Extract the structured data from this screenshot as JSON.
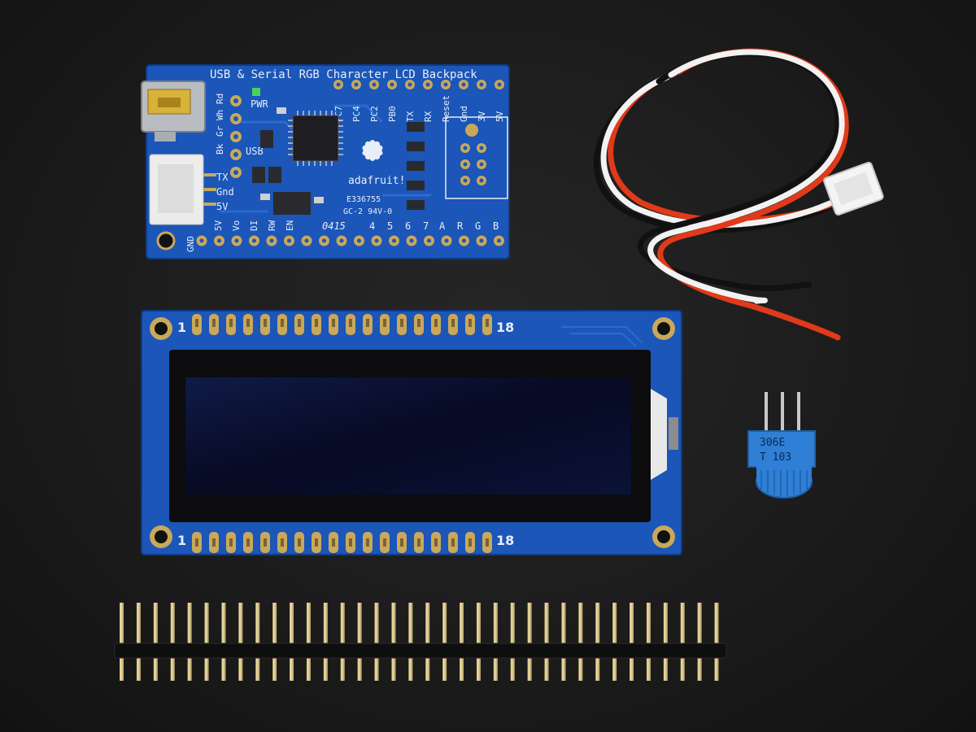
{
  "backpack": {
    "title": "USB & Serial RGB Character LCD Backpack",
    "top_pins": [
      "PC7",
      "PC4",
      "PC2",
      "PB0",
      "TX",
      "RX",
      "Reset",
      "Gnd",
      "3V",
      "5V"
    ],
    "left_labels": [
      "Bk",
      "Gr",
      "Wh",
      "Rd"
    ],
    "pwr_label": "PWR",
    "usb_label": "USB",
    "side_labels": [
      "TX",
      "Gnd",
      "5V"
    ],
    "bottom_pins": [
      "GND",
      "5V",
      "Vo",
      "DI",
      "RW",
      "EN",
      "0415",
      "4",
      "5",
      "6",
      "7",
      "A",
      "R",
      "G",
      "B"
    ],
    "brand": "adafruit!",
    "cert_line1": "E336755",
    "cert_line2": "GC-2  94V-0"
  },
  "lcd": {
    "pin_first": "1",
    "pin_last": "18"
  },
  "potentiometer": {
    "line1": "306E",
    "line2": "T 103"
  },
  "colors": {
    "pcb_blue": "#1b56b8",
    "pcb_dark": "#0d3a8a",
    "gold": "#c9a85c",
    "silk": "#e8eef8",
    "lcd_glass": "#070b24",
    "wire_red": "#e03a1a",
    "wire_black": "#111111",
    "wire_white": "#f2f2f2",
    "pot_blue": "#2f7fd6"
  }
}
